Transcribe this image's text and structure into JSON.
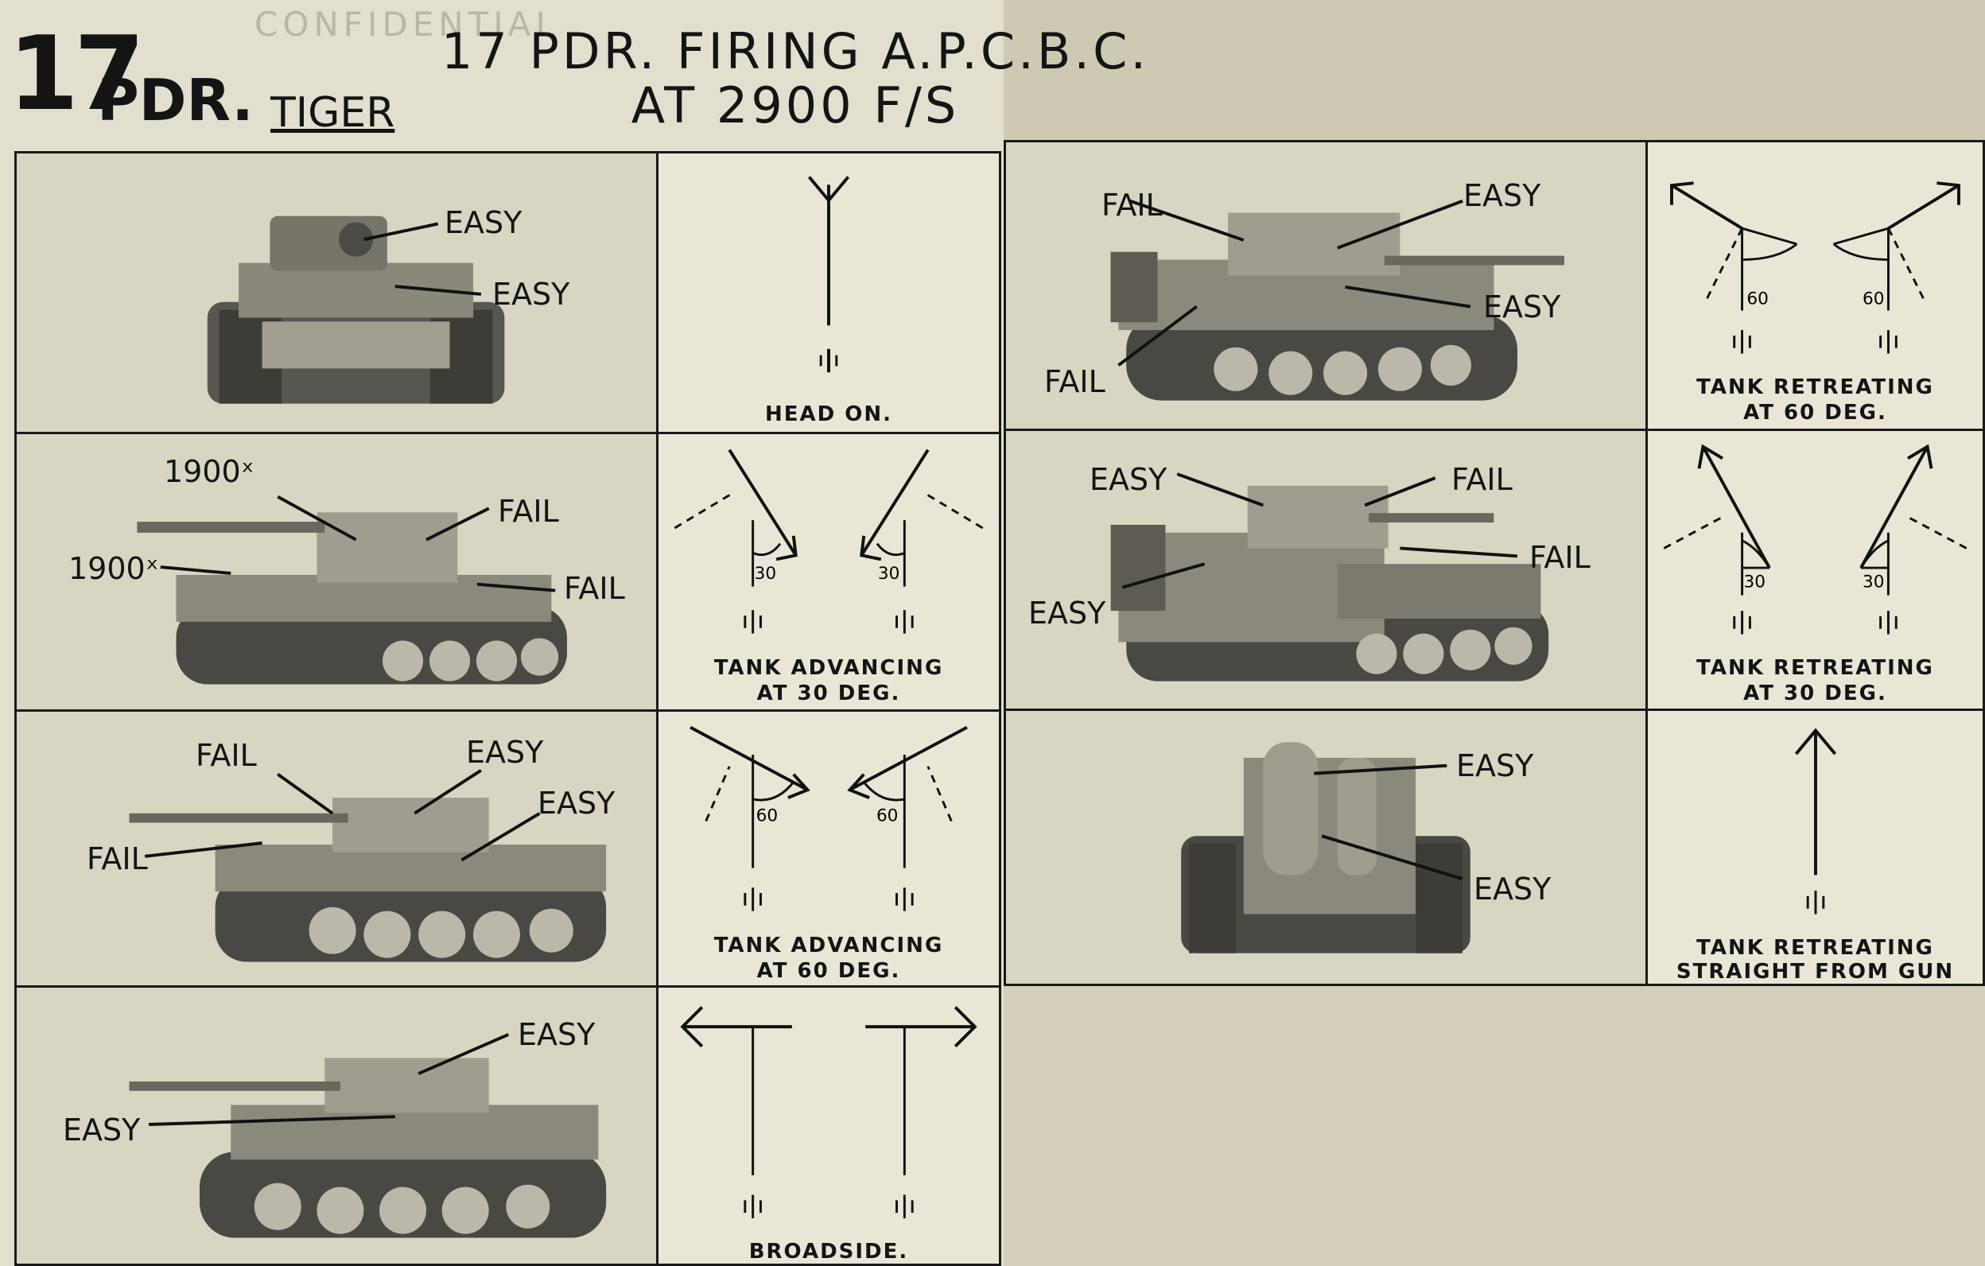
{
  "header": {
    "stamp": "CONFIDENTIAL",
    "gun_number": "17",
    "gun_unit": "PDR.",
    "target": "TIGER",
    "title_line1": "17 PDR. FIRING A.P.C.B.C.",
    "title_line2": "AT 2900 F/S"
  },
  "left_column": [
    {
      "view": "front",
      "labels": [
        "EASY",
        "EASY"
      ],
      "caption_line1": "HEAD ON.",
      "caption_line2": ""
    },
    {
      "view": "side-30",
      "labels": [
        "1900ˣ",
        "FAIL",
        "1900ˣ",
        "FAIL"
      ],
      "caption_line1": "TANK ADVANCING",
      "caption_line2": "AT 30 DEG.",
      "angle": "30"
    },
    {
      "view": "side-60",
      "labels": [
        "FAIL",
        "EASY",
        "EASY",
        "FAIL"
      ],
      "caption_line1": "TANK ADVANCING",
      "caption_line2": "AT 60 DEG.",
      "angle": "60"
    },
    {
      "view": "broadside",
      "labels": [
        "EASY",
        "EASY"
      ],
      "caption_line1": "BROADSIDE.",
      "caption_line2": ""
    }
  ],
  "right_column": [
    {
      "view": "rear-60",
      "labels": [
        "FAIL",
        "EASY",
        "EASY",
        "FAIL"
      ],
      "caption_line1": "TANK RETREATING",
      "caption_line2": "AT 60 DEG.",
      "angle": "60"
    },
    {
      "view": "rear-30",
      "labels": [
        "EASY",
        "FAIL",
        "FAIL",
        "EASY"
      ],
      "caption_line1": "TANK RETREATING",
      "caption_line2": "AT 30 DEG.",
      "angle": "30"
    },
    {
      "view": "rear",
      "labels": [
        "EASY",
        "EASY"
      ],
      "caption_line1": "TANK RETREATING",
      "caption_line2": "STRAIGHT FROM GUN"
    }
  ]
}
